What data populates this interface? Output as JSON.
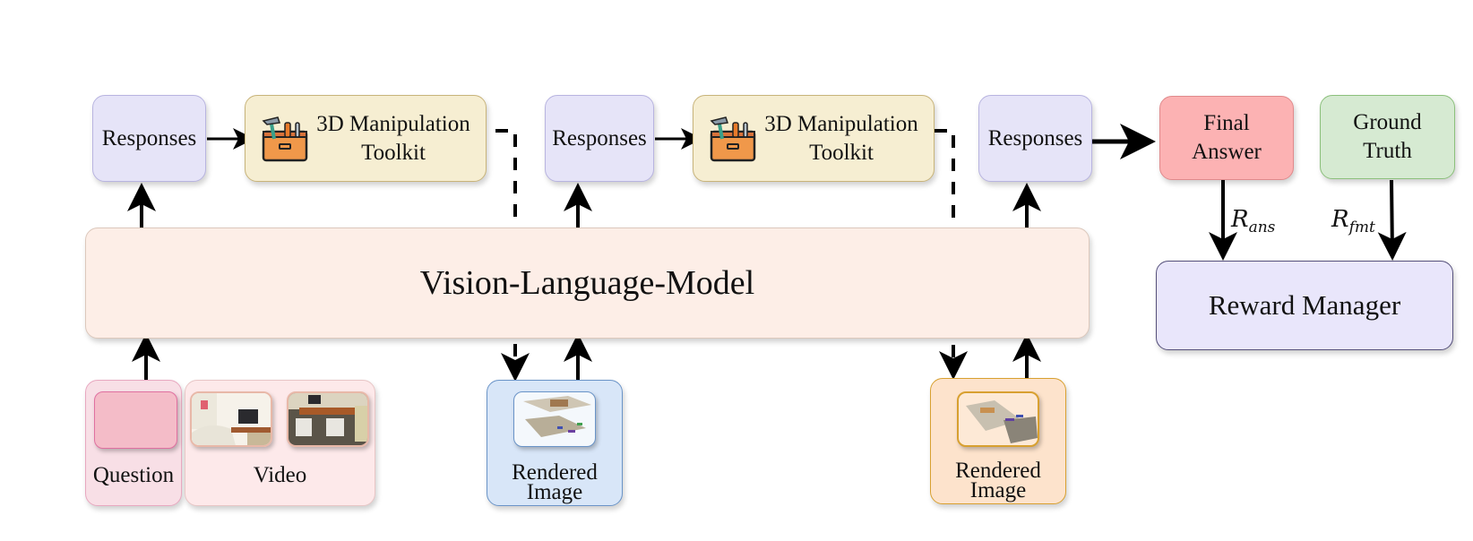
{
  "diagram": {
    "title": "Vision-Language-Model 3D manipulation agentic RL pipeline",
    "nodes": {
      "responses_1": "Responses",
      "toolkit_1": {
        "line1": "3D Manipulation",
        "line2": "Toolkit",
        "icon": "toolbox-icon"
      },
      "responses_2": "Responses",
      "toolkit_2": {
        "line1": "3D Manipulation",
        "line2": "Toolkit",
        "icon": "toolbox-icon"
      },
      "responses_3": "Responses",
      "final_answer": {
        "line1": "Final",
        "line2": "Answer"
      },
      "ground_truth": {
        "line1": "Ground",
        "line2": "Truth"
      },
      "vlm": "Vision-Language-Model",
      "reward_manager": "Reward Manager",
      "question": "Question",
      "video": "Video",
      "rendered_image_1": {
        "line1": "Rendered",
        "line2": "Image"
      },
      "rendered_image_2": {
        "line1": "Rendered",
        "line2": "Image"
      }
    },
    "edge_labels": {
      "r_ans": {
        "base": "R",
        "sub": "ans"
      },
      "r_fmt": {
        "base": "R",
        "sub": "fmt"
      }
    },
    "edges": [
      {
        "from": "question_video",
        "to": "vlm",
        "style": "solid"
      },
      {
        "from": "vlm",
        "to": "responses_1",
        "style": "solid"
      },
      {
        "from": "responses_1",
        "to": "toolkit_1",
        "style": "solid"
      },
      {
        "from": "toolkit_1",
        "to": "rendered_image_1",
        "style": "dashed"
      },
      {
        "from": "rendered_image_1",
        "to": "vlm",
        "style": "solid"
      },
      {
        "from": "vlm",
        "to": "responses_2",
        "style": "solid"
      },
      {
        "from": "responses_2",
        "to": "toolkit_2",
        "style": "solid"
      },
      {
        "from": "toolkit_2",
        "to": "rendered_image_2",
        "style": "dashed"
      },
      {
        "from": "rendered_image_2",
        "to": "vlm",
        "style": "solid"
      },
      {
        "from": "vlm",
        "to": "responses_3",
        "style": "solid"
      },
      {
        "from": "responses_3",
        "to": "final_answer",
        "style": "solid"
      },
      {
        "from": "final_answer",
        "to": "reward_manager",
        "label": "R_ans",
        "style": "solid"
      },
      {
        "from": "ground_truth",
        "to": "reward_manager",
        "label": "R_fmt",
        "style": "solid"
      }
    ],
    "colors": {
      "responses": "#e6e4f8",
      "toolkit": "#f6eed2",
      "vlm": "#fdeee7",
      "final_answer": "#fcb2b3",
      "ground_truth": "#d6ead2",
      "reward_manager": "#e9e6fb",
      "question": "#f4bcc8",
      "rendered_image_1": "#d8e6f8",
      "rendered_image_2": "#fde3cc"
    }
  }
}
